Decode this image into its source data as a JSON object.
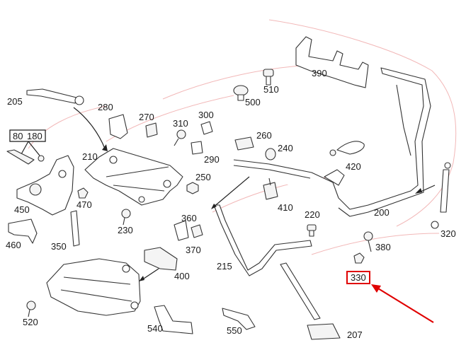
{
  "diagram": {
    "highlight_color": "#e00000",
    "outline_color": "#f2b8b8",
    "highlighted_part": "330",
    "labels": {
      "l390": "390",
      "l510": "510",
      "l500": "500",
      "l205": "205",
      "l280": "280",
      "l270": "270",
      "l310": "310",
      "l300": "300",
      "l260": "260",
      "l240": "240",
      "l290": "290",
      "l210": "210",
      "l250": "250",
      "l420": "420",
      "l80": "80",
      "l180": "180",
      "l450": "450",
      "l470": "470",
      "l410": "410",
      "l220": "220",
      "l200": "200",
      "l320": "320",
      "l360": "360",
      "l230": "230",
      "l460": "460",
      "l350": "350",
      "l370": "370",
      "l380": "380",
      "l215": "215",
      "l400": "400",
      "l330": "330",
      "l520": "520",
      "l540": "540",
      "l550": "550",
      "l207": "207"
    }
  }
}
